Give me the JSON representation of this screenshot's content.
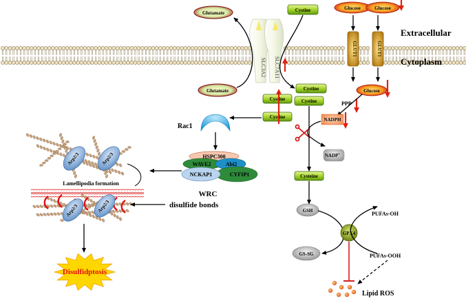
{
  "regions": {
    "extracellular": "Extracellular",
    "cytoplasm": "Cytoplasm"
  },
  "transporters": {
    "slc3a2": "SLC3A2",
    "slc7a11": "SLC7A11",
    "glut1_a": "GLUT1",
    "glut1_b": "GLUT1"
  },
  "metabolites": {
    "glutamate_out": "Glutamate",
    "glutamate_in": "Glutamate",
    "cystine_out": "Cystine",
    "cystine_in": "Cystine",
    "cystine_stack_1": "Cystine",
    "cystine_stack_2": "Cystine",
    "cystine_stack_3": "Cystine",
    "glucose_out_1": "Glucose",
    "glucose_out_2": "Glucose",
    "glucose_in": "Glucose",
    "ppp": "PPP",
    "nadph": "NADPH",
    "nadp": "NADP",
    "nadp_sup": "+",
    "cysteine": "Cysteine",
    "gsh": "GSH",
    "gssg": "GS-SG",
    "gpx4": "GPX4",
    "pufas_oh": "PUFAs-OH",
    "pufas_ooh": "PUFAs-OOH",
    "lipid_ros": "Lipid ROS"
  },
  "wrc": {
    "rac1": "Rac1",
    "hspc300": "HSPC300",
    "wave2": "WAVE2",
    "abi2": "Abi2",
    "nckap1": "NCKAP1",
    "cyfip1": "CYFIP1",
    "label": "WRC"
  },
  "actin": {
    "arp_1": "Arp2/3",
    "arp_2": "Arp2/3",
    "arp_3": "Arp2/3",
    "arp_4": "Arp2/3",
    "lamellipodia": "Lamellipodia formation",
    "disulfide_bonds": "disulfide bonds",
    "disulfidptosis": "Disulfidptosis"
  },
  "colors": {
    "cystine_green": "#9ccc1a",
    "glucose_red": "#e0160c",
    "nadph_orange": "#f4a070",
    "gpx4_green": "#8fa51e",
    "wave2_green": "#2e8b3a",
    "abi2_blue": "#1e90c8",
    "nckap1_blue": "#b8d4ee",
    "hspc300_salmon": "#f6c7b0",
    "rac1_blue": "#28a8e0",
    "arp_blue": "#7fa9d6",
    "ros_orange": "#f07020",
    "star_yellow": "#ffd700",
    "up_arrow_red": "#e02010"
  }
}
